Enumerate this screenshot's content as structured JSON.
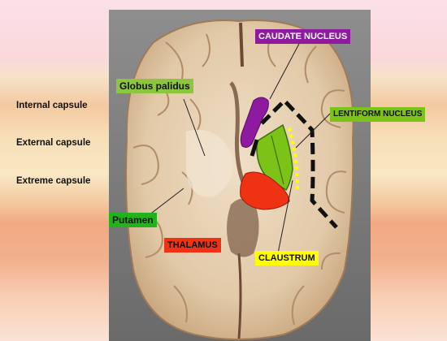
{
  "labels": {
    "internal_capsule": "Internal capsule",
    "external_capsule": "External capsule",
    "extreme_capsule": "Extreme capsule",
    "globus_pallidus": "Globus palidus",
    "caudate_nucleus": "CAUDATE NUCLEUS",
    "lentiform_nucleus": "LENTIFORM NUCLEUS",
    "putamen": "Putamen",
    "thalamus": "THALAMUS",
    "claustrum": "CLAUSTRUM"
  },
  "colors": {
    "caudate": "#8e1aa0",
    "lentiform": "#7cc318",
    "putamen_tag": "#21b21c",
    "thalamus": "#f03214",
    "claustrum": "#ffff00"
  }
}
